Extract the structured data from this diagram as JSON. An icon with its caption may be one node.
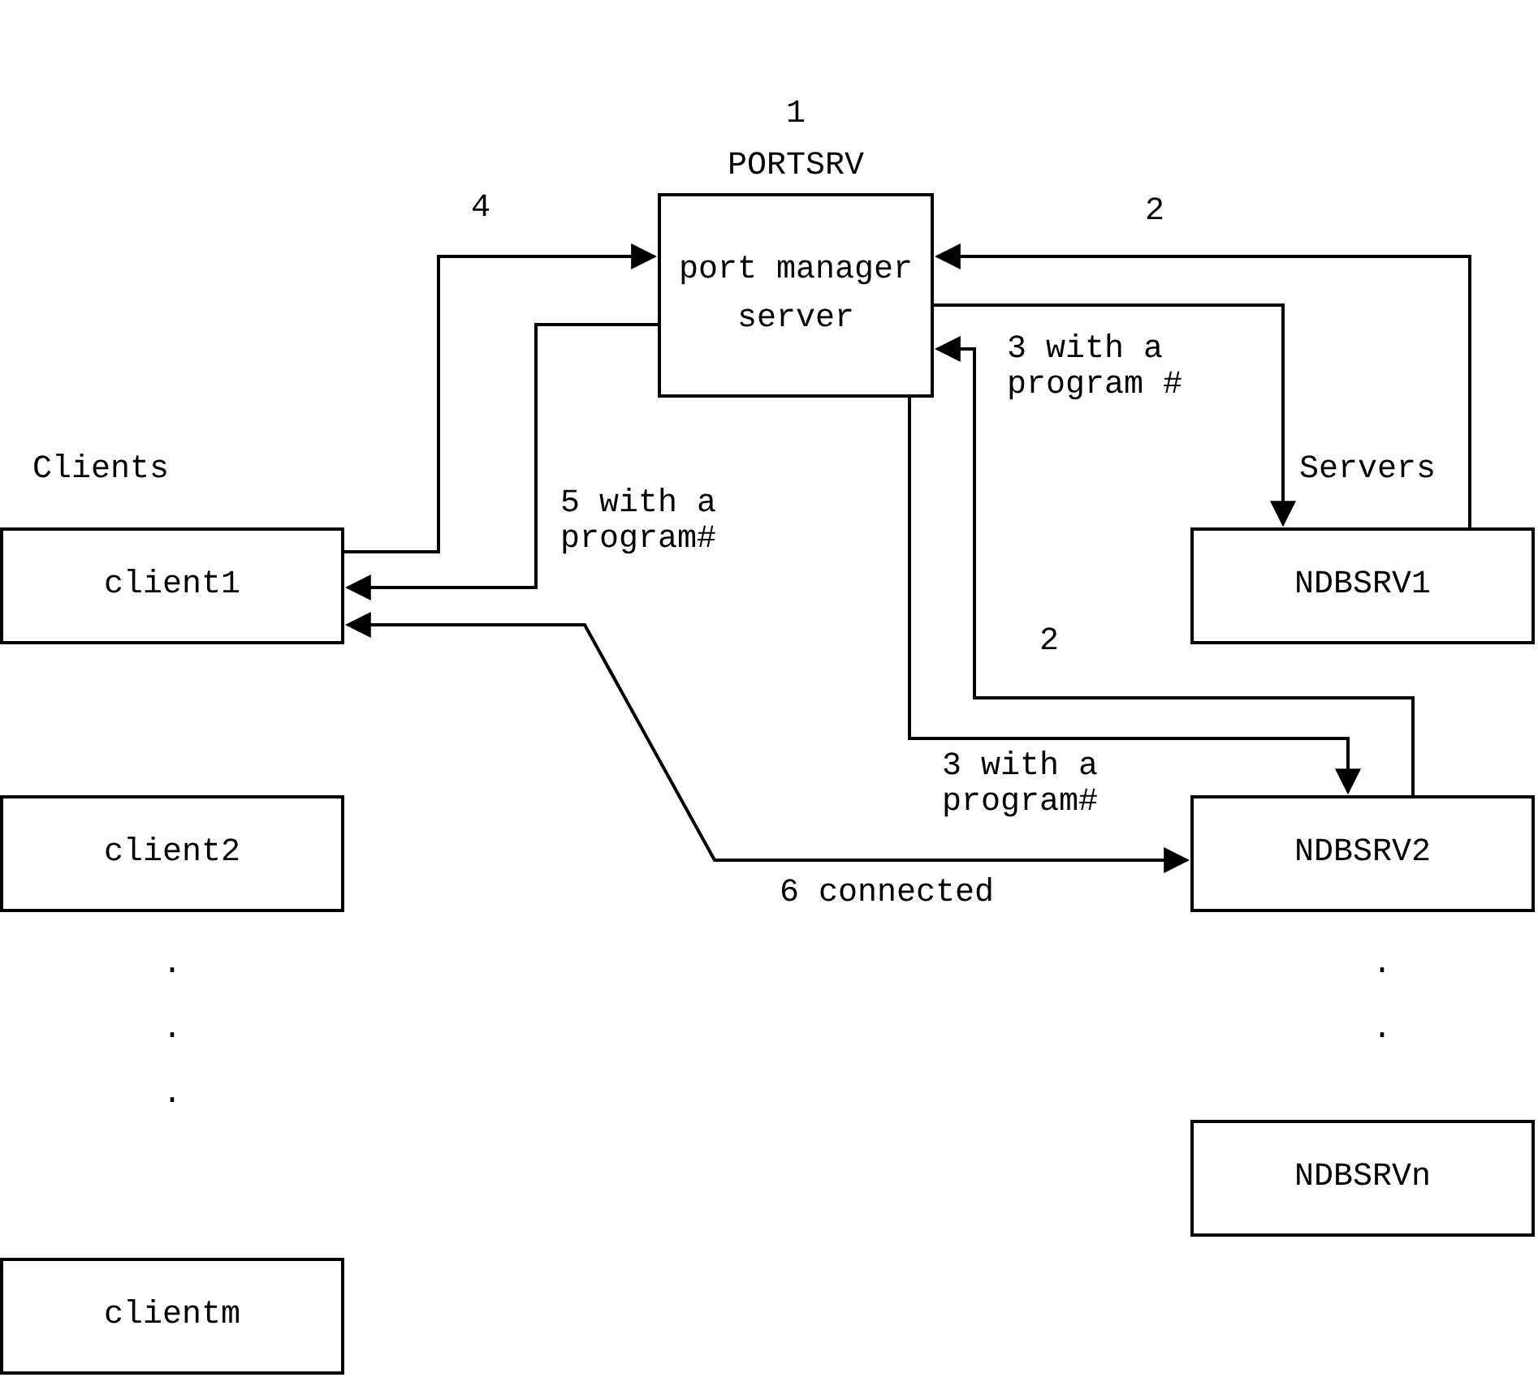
{
  "diagram": {
    "nodes": [
      {
        "text": [
          "1",
          "PORTSRV",
          "port manager server"
        ]
      },
      {
        "text": [
          "client1"
        ]
      },
      {
        "text": [
          "client2"
        ]
      },
      {
        "text": [
          "clientm"
        ]
      },
      {
        "text": [
          "NDBSRV1"
        ]
      },
      {
        "text": [
          "NDBSRV2"
        ]
      },
      {
        "text": [
          "NDBSRVn"
        ]
      }
    ],
    "edges": [
      {
        "from": 4,
        "to": 0,
        "arrow": "to",
        "label": "2"
      },
      {
        "from": 0,
        "to": 4,
        "arrow": "to",
        "label": "3 with a program #"
      },
      {
        "from": 5,
        "to": 0,
        "arrow": "to",
        "label": "2"
      },
      {
        "from": 0,
        "to": 5,
        "arrow": "to",
        "label": "3 with a program#"
      },
      {
        "from": 1,
        "to": 0,
        "arrow": "to",
        "label": "4"
      },
      {
        "from": 0,
        "to": 1,
        "arrow": "to",
        "label": "5 with a program#"
      },
      {
        "from": 1,
        "to": 5,
        "arrow": "both",
        "label": "6 connected"
      }
    ],
    "labels": [
      "Clients",
      "Servers",
      ".",
      ".",
      ".",
      ".",
      "."
    ]
  }
}
